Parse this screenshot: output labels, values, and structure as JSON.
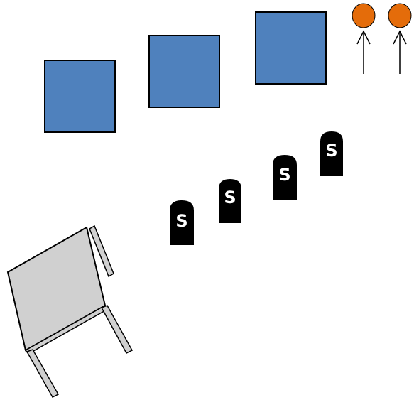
{
  "colors": {
    "background": "#ffffff",
    "box_fill": "#4f81bd",
    "pin_fill": "#e46c0a",
    "marker_fill": "#000000",
    "marker_text": "#ffffff",
    "table_fill": "#d0d0d0"
  },
  "boxes": [
    {
      "name": "blue-square-1"
    },
    {
      "name": "blue-square-2"
    },
    {
      "name": "blue-square-3"
    }
  ],
  "pins": [
    {
      "name": "orange-pin-1",
      "icon": "up-arrow-icon"
    },
    {
      "name": "orange-pin-2",
      "icon": "up-arrow-icon"
    }
  ],
  "markers": [
    {
      "label": "S"
    },
    {
      "label": "S"
    },
    {
      "label": "S"
    },
    {
      "label": "S"
    }
  ],
  "table": {
    "icon": "table-icon"
  }
}
